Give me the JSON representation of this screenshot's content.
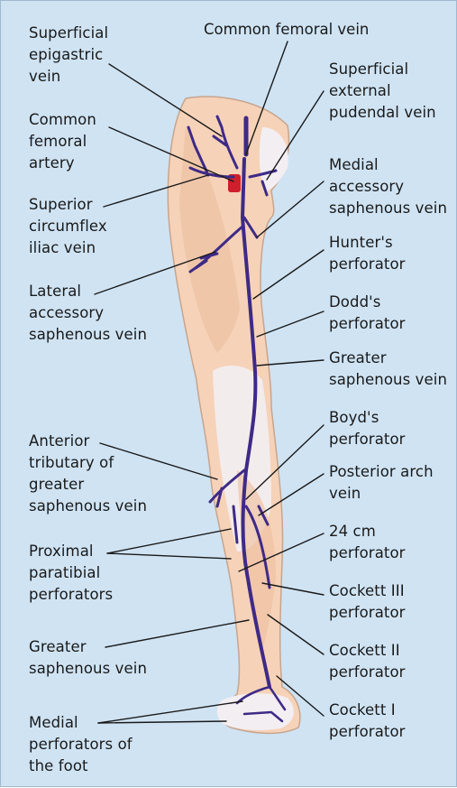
{
  "labels": {
    "left": {
      "superficial_epigastric_vein": "Superficial\nepigastric\nvein",
      "common_femoral_artery": "Common\nfemoral\nartery",
      "superior_circumflex_iliac_vein": "Superior\ncircumflex\niliac vein",
      "lateral_accessory_saphenous_vein": "Lateral\naccessory\nsaphenous vein",
      "anterior_tributary": "Anterior\ntributary of\ngreater\nsaphenous vein",
      "proximal_paratibial_perforators": "Proximal\nparatibial\nperforators",
      "greater_saphenous_vein_left": "Greater\nsaphenous vein",
      "medial_perforators_of_foot": "Medial\nperforators of\nthe foot"
    },
    "top": {
      "common_femoral_vein": "Common femoral vein"
    },
    "right": {
      "superficial_external_pudendal_vein": "Superficial\nexternal\npudendal vein",
      "medial_accessory_saphenous_vein": "Medial\naccessory\nsaphenous vein",
      "hunters_perforator": "Hunter's\nperforator",
      "dodds_perforator": "Dodd's\nperforator",
      "greater_saphenous_vein_right": "Greater\nsaphenous vein",
      "boyds_perforator": "Boyd's\nperforator",
      "posterior_arch_vein": "Posterior arch\nvein",
      "perforator_24cm": "24 cm\nperforator",
      "cockett_iii_perforator": "Cockett III\nperforator",
      "cockett_ii_perforator": "Cockett II\nperforator",
      "cockett_i_perforator": "Cockett I\nperforator"
    }
  },
  "colors": {
    "background": "#cfe3f3",
    "skin": "#f6d2b8",
    "muscle": "#eec0a2",
    "pale_skin": "#f3eef2",
    "vein": "#3e2a86",
    "artery": "#cf1f2c",
    "leader_line": "#1a1a1a"
  }
}
